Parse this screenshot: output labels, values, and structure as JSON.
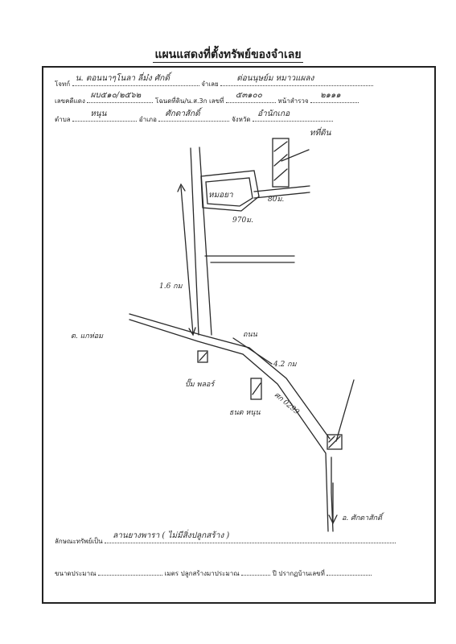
{
  "title": "แผนแสดงที่ตั้งทรัพย์ของจำเลย",
  "header": {
    "plaintiff_label": "โจทก์",
    "plaintiff_value": "น. ตอนนาๆโนลา ลี่ม๋ง ศักดิ์",
    "defendant_label": "จำเลย",
    "defendant_value": "ต่อนนุษย์ม หมาวแผลง",
    "black_case_label": "เลขคดีแดง",
    "black_case_value": "ผบ๕๑๐/๒๕๖๒",
    "deed_label": "โฉนดที่ดิน/น.ส.3ก เลขที่",
    "deed_value": "๕๓๑๐๐",
    "survey_page_label": "หน้าสำรวจ",
    "survey_page_value": "๒๑๑๑",
    "subdistrict_label": "ตำบล",
    "subdistrict_value": "หนุน",
    "district_label": "อำเภอ",
    "district_value": "ศักดาสักดิ์",
    "province_label": "จังหวัด",
    "province_value": "อำนักเกอ"
  },
  "map_labels": {
    "house": "ทที่ดิน",
    "village": "หมอยา",
    "dist_80": "80ม.",
    "dist_970": "970ม.",
    "dist_1_6": "1.6 กม",
    "left_road": "ต. แกห่อม",
    "road_mark": "ถนน",
    "dist_4_2": "4.2 กม",
    "gas_station": "ปั๊ม พลอร์",
    "school": "ธนต หนุน",
    "right_road": "ศก 0299",
    "bottom_arrow": "อ. ศักดาสักดิ์"
  },
  "footer": {
    "asset_label": "ลักษณะทรัพย์เป็น",
    "asset_value": "ลานยางพารา ( ไม่มีสิ่งปลูกสร้าง )",
    "size_label": "ขนาดประมาณ",
    "meter_label": "เมตร ปลูกสร้างมาประมาณ",
    "year_label": "ปี ปรากฏบ้านเลขที่"
  }
}
